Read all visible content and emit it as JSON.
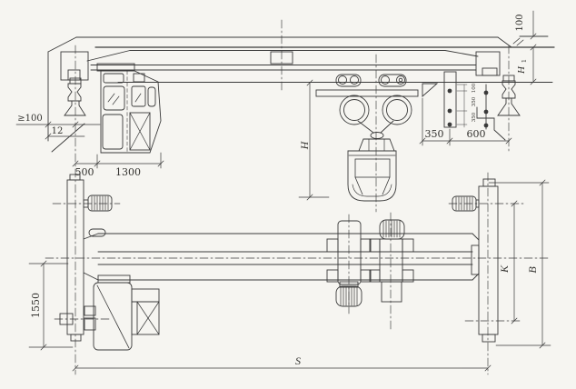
{
  "colors": {
    "paper": "#f6f5f1",
    "ink": "#3a3a3a"
  },
  "elevation": {
    "dims": {
      "min_clearance": "≥100",
      "gap": "12",
      "cab_offset": "500",
      "cab_width": "1300",
      "hook_travel": "H",
      "festoon_spacing": "350",
      "festoon_to_rail": "600",
      "hanger_top": "100",
      "hanger_mid": "350",
      "hanger_bottom": "350",
      "headroom_label": "H",
      "headroom_sub": "1",
      "top_clearance": "100"
    }
  },
  "plan": {
    "dims": {
      "cab_length": "1550",
      "span": "S",
      "wheelbase": "K",
      "carriage_length": "B"
    }
  }
}
